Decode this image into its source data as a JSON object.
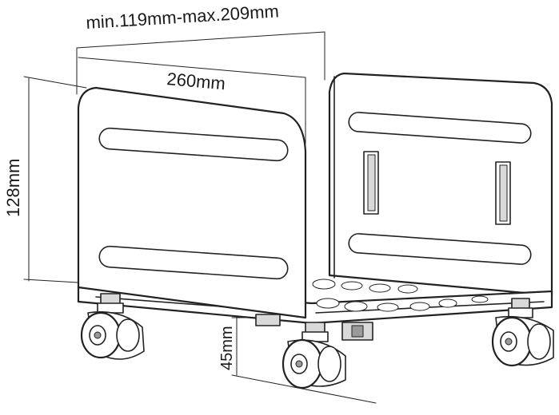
{
  "dimensions": {
    "adjustable_width": "min.119mm-max.209mm",
    "depth": "260mm",
    "height": "128mm",
    "caster_height": "45mm"
  }
}
